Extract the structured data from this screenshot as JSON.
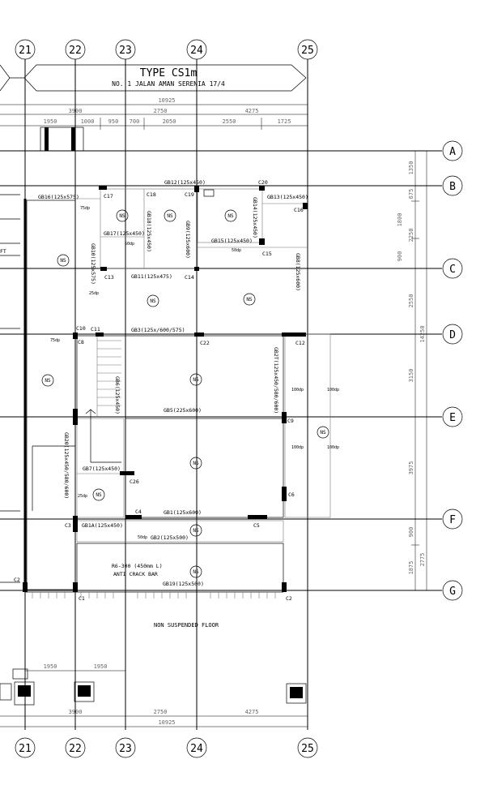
{
  "title": {
    "type": "TYPE CS1m",
    "address": "NO. 1 JALAN AMAN SERENIA 17/4"
  },
  "grid": {
    "columns": [
      "21",
      "22",
      "23",
      "24",
      "25"
    ],
    "rows": [
      "A",
      "B",
      "C",
      "D",
      "E",
      "F",
      "G"
    ]
  },
  "dims": {
    "total": "10925",
    "top_bays": [
      "3900",
      "2750",
      "4275"
    ],
    "top_sub": [
      "1950",
      "1000",
      "950",
      "700",
      "2050",
      "2550",
      "1725"
    ],
    "bottom_bays": [
      "3900",
      "2750",
      "4275"
    ],
    "bottom_total": "10925",
    "bottom_sub": [
      "1950",
      "1950"
    ],
    "right_rows": [
      "1350",
      "675",
      "1800",
      "2250",
      "900",
      "2550",
      "3150",
      "3975",
      "900",
      "1875"
    ],
    "right_totals": [
      "14250",
      "2775"
    ]
  },
  "beams": {
    "gb12": "GB12(125x450)",
    "gb16": "GB16(125x575)",
    "gb13": "GB13(125x450)",
    "gb17": "GB17(125x450)",
    "gb18": "GB18(125x450)",
    "gb9": "GB9(125x600)",
    "gb14": "GB14(125x450)",
    "gb15": "GB15(125x450)",
    "gb10": "GB10(125x575)",
    "gb11": "GB11(125x475)",
    "gb8": "GB8(125x600)",
    "gb3": "GB3(125x/600/575)",
    "gb6": "GB6(125x450)",
    "gb2t": "GB2T(125x450/580/600)",
    "gb5": "GB5(225x600)",
    "gb20": "GB20(125x450/580/600)",
    "gb7": "GB7(125x450)",
    "gb1": "GB1(125x600)",
    "gb1a": "GB1A(125x450)",
    "gb2": "GB2(125x500)",
    "gb19": "GB19(125x500)"
  },
  "columns_labels": {
    "c17": "C17",
    "c18": "C18",
    "c19": "C19",
    "c20": "C20",
    "c16": "C16",
    "c15": "C15",
    "c13": "C13",
    "c14": "C14",
    "c10": "C10",
    "c11": "C11",
    "c22": "C22",
    "c12": "C12",
    "c8": "C8",
    "c9": "C9",
    "c26": "C26",
    "c4": "C4",
    "c5": "C5",
    "c6": "C6",
    "c3": "C3",
    "c2": "C2",
    "c1": "C1",
    "c2b": "C2"
  },
  "slab_tag": "NS",
  "drops": {
    "d75a": "75dp",
    "d50a": "50dp",
    "d50b": "50dp",
    "d25a": "25dp",
    "d75b": "75dp",
    "d100a": "100dp",
    "d100b": "100dp",
    "d100c": "100dp",
    "d100d": "100dp",
    "d25b": "25dp",
    "d50c": "50dp"
  },
  "notes": {
    "bar1": "R6-300 (450mm L)",
    "bar2": "ANTI CRACK BAR",
    "floor": "NON SUSPENDED FLOOR",
    "ft": "FT"
  }
}
